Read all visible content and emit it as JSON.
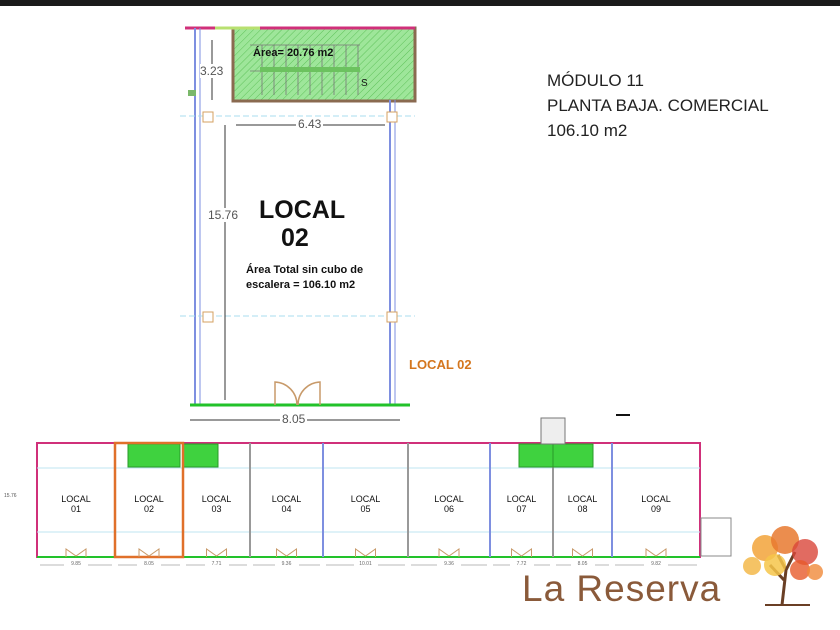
{
  "info": {
    "line1": "MÓDULO 11",
    "line2": "PLANTA BAJA. COMERCIAL",
    "line3": "106.10 m2"
  },
  "tag": "LOCAL 02",
  "plan": {
    "stair_area": "Área= 20.76 m2",
    "stair_mark": "S",
    "dim_stair": "3.23",
    "dim_width_inner": "6.43",
    "dim_height": "15.76",
    "dim_width": "8.05",
    "local_title": "LOCAL",
    "local_number": "02",
    "area_line1": "Área Total sin cubo de",
    "area_line2": "escalera = 106.10 m2"
  },
  "module": {
    "locals": [
      {
        "title": "LOCAL",
        "num": "01",
        "dim": "9.85"
      },
      {
        "title": "LOCAL",
        "num": "02",
        "dim": "8.05"
      },
      {
        "title": "LOCAL",
        "num": "03",
        "dim": "7.71"
      },
      {
        "title": "LOCAL",
        "num": "04",
        "dim": "9.36"
      },
      {
        "title": "LOCAL",
        "num": "05",
        "dim": "10.01"
      },
      {
        "title": "LOCAL",
        "num": "06",
        "dim": "9.36"
      },
      {
        "title": "LOCAL",
        "num": "07",
        "dim": "7.72"
      },
      {
        "title": "LOCAL",
        "num": "08",
        "dim": "8.05"
      },
      {
        "title": "LOCAL",
        "num": "09",
        "dim": "9.82"
      }
    ],
    "side_dim": "15.76"
  },
  "logo": {
    "text": "La Reserva"
  },
  "colors": {
    "wall_pink": "#d0307a",
    "wall_blue": "#7e8fe0",
    "green": "#22c22a",
    "orange": "#e0702a",
    "brand": "#8a5a3a"
  }
}
